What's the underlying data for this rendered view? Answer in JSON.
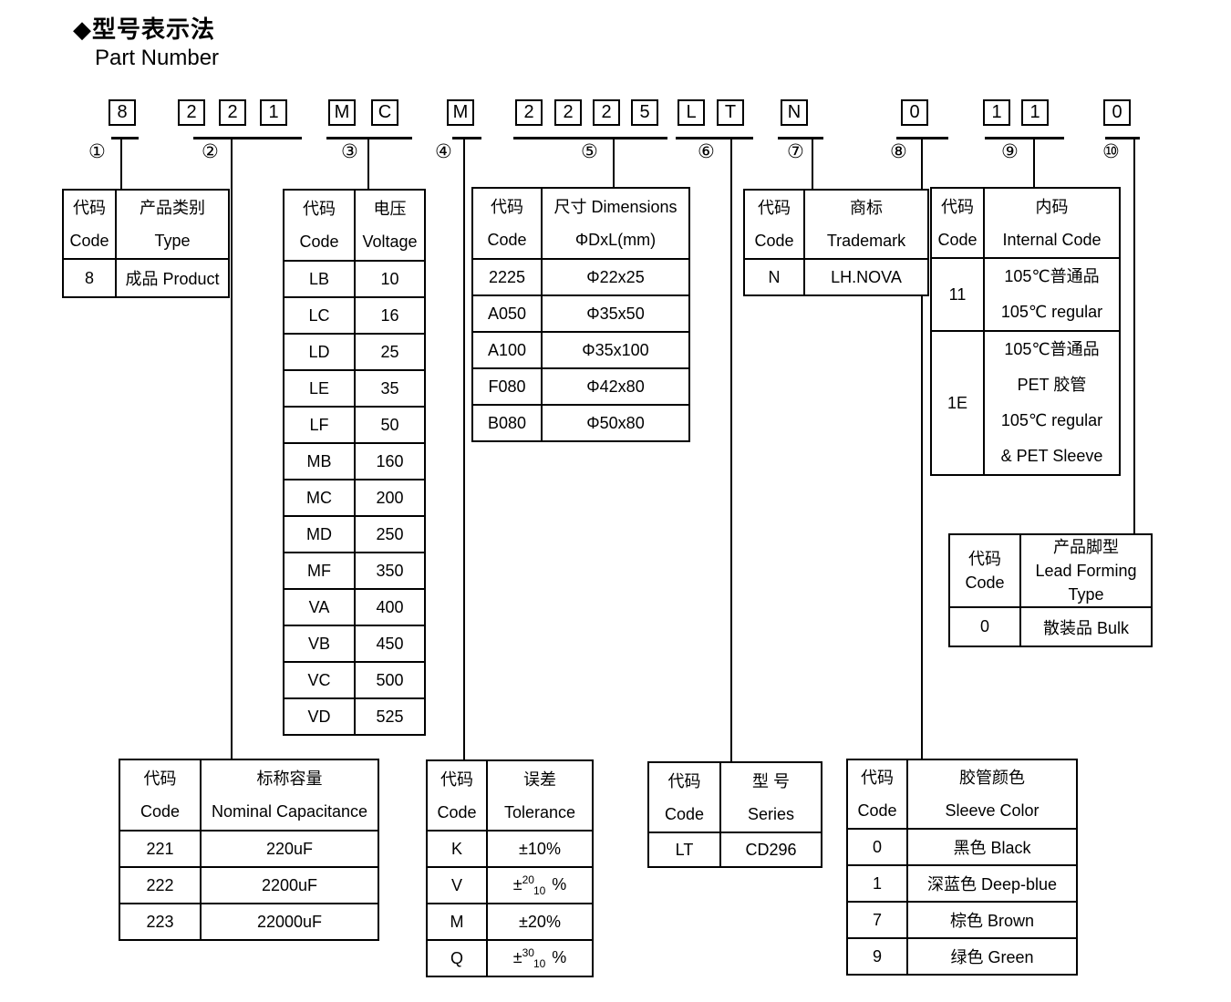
{
  "title": {
    "cn": "◆型号表示法",
    "en": "Part Number"
  },
  "part_number": {
    "groups": [
      {
        "circle": "①",
        "chars": [
          "8"
        ]
      },
      {
        "circle": "②",
        "chars": [
          "2",
          "2",
          "1"
        ]
      },
      {
        "circle": "③",
        "chars": [
          "M",
          "C"
        ]
      },
      {
        "circle": "④",
        "chars": [
          "M"
        ]
      },
      {
        "circle": "⑤",
        "chars": [
          "2",
          "2",
          "2",
          "5"
        ]
      },
      {
        "circle": "⑥",
        "chars": [
          "L",
          "T"
        ]
      },
      {
        "circle": "⑦",
        "chars": [
          "N"
        ]
      },
      {
        "circle": "⑧",
        "chars": [
          "0"
        ]
      },
      {
        "circle": "⑨",
        "chars": [
          "1",
          "1"
        ]
      },
      {
        "circle": "⑩",
        "chars": [
          "0"
        ]
      }
    ]
  },
  "tables": {
    "type": {
      "headers": [
        [
          "代码",
          "Code"
        ],
        [
          "产品类别",
          "Type"
        ]
      ],
      "rows": [
        [
          "8",
          "成品 Product"
        ]
      ]
    },
    "voltage": {
      "headers": [
        [
          "代码",
          "Code"
        ],
        [
          "电压",
          "Voltage"
        ]
      ],
      "rows": [
        [
          "LB",
          "10"
        ],
        [
          "LC",
          "16"
        ],
        [
          "LD",
          "25"
        ],
        [
          "LE",
          "35"
        ],
        [
          "LF",
          "50"
        ],
        [
          "MB",
          "160"
        ],
        [
          "MC",
          "200"
        ],
        [
          "MD",
          "250"
        ],
        [
          "MF",
          "350"
        ],
        [
          "VA",
          "400"
        ],
        [
          "VB",
          "450"
        ],
        [
          "VC",
          "500"
        ],
        [
          "VD",
          "525"
        ]
      ]
    },
    "dimensions": {
      "headers": [
        [
          "代码",
          "Code"
        ],
        [
          "尺寸 Dimensions",
          "ΦDxL(mm)"
        ]
      ],
      "rows": [
        [
          "2225",
          "Φ22x25"
        ],
        [
          "A050",
          "Φ35x50"
        ],
        [
          "A100",
          "Φ35x100"
        ],
        [
          "F080",
          "Φ42x80"
        ],
        [
          "B080",
          "Φ50x80"
        ]
      ]
    },
    "trademark": {
      "headers": [
        [
          "代码",
          "Code"
        ],
        [
          "商标",
          "Trademark"
        ]
      ],
      "rows": [
        [
          "N",
          "LH.NOVA"
        ]
      ]
    },
    "internal_code": {
      "headers": [
        [
          "代码",
          "Code"
        ],
        [
          "内码",
          "Internal Code"
        ]
      ],
      "rows": [
        [
          "11",
          [
            "105℃普通品",
            "105℃  regular"
          ]
        ],
        [
          "1E",
          [
            "105℃普通品",
            "PET 胶管",
            "105℃  regular",
            "& PET Sleeve"
          ]
        ]
      ]
    },
    "lead_forming": {
      "headers": [
        [
          "代码",
          "Code"
        ],
        [
          "产品脚型",
          "Lead Forming",
          "Type"
        ]
      ],
      "rows": [
        [
          "0",
          "散装品 Bulk"
        ]
      ]
    },
    "capacitance": {
      "headers": [
        [
          "代码",
          "Code"
        ],
        [
          "标称容量",
          "Nominal Capacitance"
        ]
      ],
      "rows": [
        [
          "221",
          "220uF"
        ],
        [
          "222",
          "2200uF"
        ],
        [
          "223",
          "22000uF"
        ]
      ]
    },
    "tolerance": {
      "headers": [
        [
          "代码",
          "Code"
        ],
        [
          "误差",
          "Tolerance"
        ]
      ],
      "rows": [
        [
          "K",
          "±10%"
        ],
        [
          "V",
          {
            "pre": "±",
            "sup": "20",
            "sub": "10",
            "post": "%"
          }
        ],
        [
          "M",
          "±20%"
        ],
        [
          "Q",
          {
            "pre": "±",
            "sup": "30",
            "sub": "10",
            "post": "%"
          }
        ]
      ]
    },
    "series": {
      "headers": [
        [
          "代码",
          "Code"
        ],
        [
          "型 号",
          "Series"
        ]
      ],
      "rows": [
        [
          "LT",
          "CD296"
        ]
      ]
    },
    "sleeve_color": {
      "headers": [
        [
          "代码",
          "Code"
        ],
        [
          "胶管颜色",
          "Sleeve Color"
        ]
      ],
      "rows": [
        [
          "0",
          "黑色 Black"
        ],
        [
          "1",
          "深蓝色 Deep-blue"
        ],
        [
          "7",
          "棕色 Brown"
        ],
        [
          "9",
          "绿色 Green"
        ]
      ]
    }
  }
}
